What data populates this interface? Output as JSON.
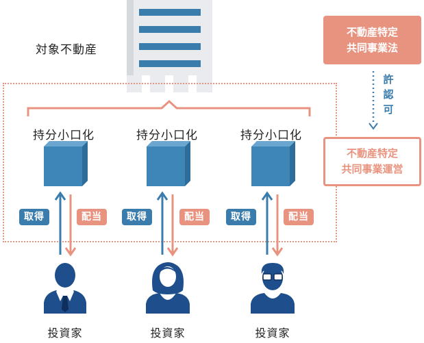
{
  "property_label": "対象不動産",
  "fraction_label": "持分小口化",
  "acquire_label": "取得",
  "dividend_label": "配当",
  "investor_label": "投資家",
  "law_box": {
    "line1": "不動産特定",
    "line2": "共同事業法"
  },
  "permit_chars": [
    "許",
    "認",
    "可"
  ],
  "biz_box": {
    "line1": "不動産特定",
    "line2": "共同事業運営"
  },
  "colors": {
    "accent": "#e8937f",
    "blue": "#3a7cab",
    "navy": "#1f4e8c"
  }
}
